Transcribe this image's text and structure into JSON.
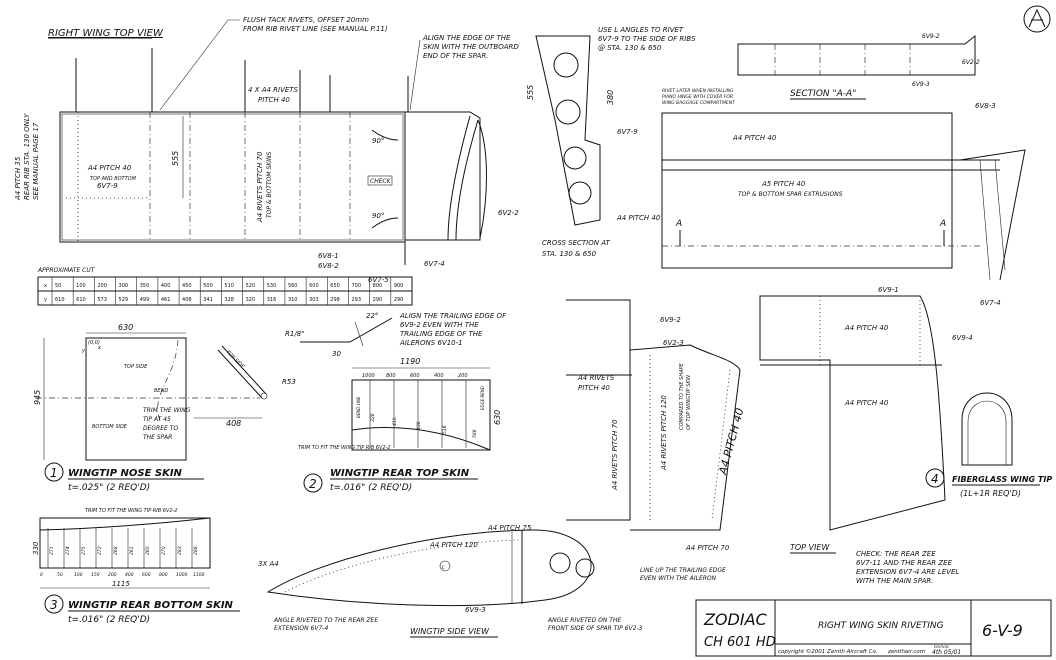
{
  "right_wing_top_view": {
    "title": "RIGHT WING TOP VIEW",
    "flush_tack_note": "FLUSH TACK RIVETS, OFFSET 20mm",
    "flush_tack_note_2": "FROM RIB RIVET LINE (SEE MANUAL P.11)",
    "rivets_4x": "4 X A4 RIVETS",
    "pitch_40": "PITCH 40",
    "dim_555": "555",
    "a4_pitch_40": "A4 PITCH 40",
    "top_bottom": "TOP AND BOTTOM",
    "part_6v7_9": "6V7-9",
    "a4_rivets_pitch_70": "A4 RIVETS PITCH 70",
    "top_bottom_skins": "TOP & BOTTOM SKINS",
    "check": "CHECK",
    "angle_90_a": "90°",
    "angle_90_b": "90°",
    "part_6v8_1": "6V8-1",
    "part_6v8_2": "6V8-2",
    "part_6v7_5": "6V7-5",
    "part_6v7_4": "6V7-4",
    "part_6v2_2": "6V2-2",
    "align_note_1": "ALIGN THE EDGE OF THE",
    "align_note_2": "SKIN WITH THE OUTBOARD",
    "align_note_3": "END OF THE SPAR.",
    "side_note_1": "A4 PITCH 35",
    "side_note_2": "REAR RIB STA. 130 ONLY",
    "side_note_3": "SEE MANUAL PAGE 17"
  },
  "cross_section": {
    "note_1": "USE L ANGLES TO RIVET",
    "note_2": "6V7-9 TO THE SIDE OF RIBS",
    "note_3": "@ STA. 130 & 650",
    "dim_555": "555",
    "dim_380": "380",
    "part_6v7_9": "6V7-9",
    "a4_pitch_40": "A4 PITCH 40",
    "title_1": "CROSS SECTION  AT",
    "title_2": "STA. 130 & 650"
  },
  "section_aa": {
    "title": "SECTION \"A-A\"",
    "part_6v9_2": "6V9-2",
    "part_6v2_2": "6V2-2",
    "part_6v9_3": "6V9-3",
    "rivet_later_1": "RIVET LATER WHEN INSTALLING",
    "rivet_later_2": "PIANO HINGE WITH COVER FOR",
    "rivet_later_3": "WING BAGGAGE COMPARTMENT",
    "part_6v8_3": "6V8-3",
    "a4_pitch_40": "A4 PITCH 40",
    "a5_pitch_40": "A5 PITCH 40",
    "spar_extrusions": "TOP & BOTTOM SPAR EXTRUSIONS",
    "label_a1": "A",
    "label_a2": "A",
    "part_6v7_4": "6V7-4"
  },
  "approx_cut": {
    "title": "APPROXIMATE CUT",
    "x_label": "x",
    "y_label": "y",
    "x": [
      "50",
      "100",
      "200",
      "300",
      "350",
      "400",
      "450",
      "500",
      "510",
      "520",
      "530",
      "560",
      "600",
      "650",
      "700",
      "800",
      "900"
    ],
    "y": [
      "610",
      "610",
      "573",
      "529",
      "499",
      "461",
      "408",
      "341",
      "328",
      "320",
      "316",
      "310",
      "303",
      "298",
      "293",
      "290",
      "290"
    ]
  },
  "wingtip_nose_skin": {
    "number": "1",
    "title": "WINGTIP NOSE SKIN",
    "thickness": "t=.025\" (2 REQ'D)",
    "dim_630": "630",
    "dim_945": "945",
    "origin": "(0,0)",
    "x_axis": "x",
    "y_axis": "y",
    "top_side": "TOP SIDE",
    "bottom_side": "BOTTOM SIDE",
    "bend": "BEND",
    "trim_1": "TRIM THE WING",
    "trim_2": "TIP AT 45",
    "trim_3": "DEGREE TO",
    "trim_4": "THE SPAR",
    "dim_408": "408",
    "r53": "R53",
    "top_side_2": "TOP SIDE"
  },
  "wingtip_rear_top_skin": {
    "number": "2",
    "title": "WINGTIP REAR TOP SKIN",
    "thickness": "t=.016\" (2 REQ'D)",
    "r18": "R1/8\"",
    "angle_22": "22°",
    "dim_30": "30",
    "align_1": "ALIGN THE TRAILING EDGE OF",
    "align_2": "6V9-2 EVEN WITH THE",
    "align_3": "TRAILING EDGE OF THE",
    "align_4": "AILERONS 6V10-1",
    "dim_1190": "1190",
    "stations": [
      "1000",
      "800",
      "600",
      "400",
      "200"
    ],
    "dim_630": "630",
    "heights": [
      "328",
      "410",
      "438",
      "516",
      "586"
    ],
    "bend_line": "BEND LINE",
    "edge_bend": "EDGE BEND",
    "trim_note": "TRIM TO FIT THE WING TIP RIB 6V2-2"
  },
  "wingtip_rear_bottom_skin": {
    "number": "3",
    "title": "WINGTIP REAR BOTTOM SKIN",
    "thickness": "t=.016\" (2 REQ'D)",
    "trim_note": "TRIM TO FIT THE WING TIP RIB 6V2-2",
    "dim_330": "330",
    "heights": [
      "271",
      "274",
      "275",
      "272",
      "268",
      "261",
      "260",
      "270",
      "283",
      "288"
    ],
    "stations": [
      "0",
      "50",
      "100",
      "150",
      "200",
      "400",
      "600",
      "800",
      "1000",
      "1100"
    ],
    "dim_1115": "1115"
  },
  "wingtip_side_view": {
    "title": "WINGTIP SIDE VIEW",
    "three_x_a4": "3X A4",
    "a4_pitch_75": "A4 PITCH 75",
    "a4_pitch_120": "A4 PITCH 120",
    "part_6v9_3": "6V9-3",
    "note_left_1": "ANGLE RIVETED TO THE REAR ZEE",
    "note_left_2": "EXTENSION 6V7-4",
    "note_right_1": "ANGLE RIVETED ON THE",
    "note_right_2": "FRONT SIDE OF SPAR TIP 6V2-3",
    "l_marker": "L"
  },
  "tip_view": {
    "part_6v9_2": "6V9-2",
    "part_6v2_3": "6V2-3",
    "a4_rivets": "A4 RIVETS",
    "pitch_40": "PITCH 40",
    "a4_rivets_pitch_70": "A4 RIVETS PITCH 70",
    "a4_rivets_pitch_120": "A4 RIVETS PITCH 120",
    "compared_1": "COMPARED TO THE SHAPE",
    "compared_2": "OF TOP WINGTIP SKIN",
    "a4_pitch_40_big": "A4 PITCH 40",
    "a4_pitch_70": "A4 PITCH 70",
    "line_up_1": "LINE UP THE TRAILING EDGE",
    "line_up_2": "EVEN WITH THE AILERON"
  },
  "top_view": {
    "title": "TOP VIEW",
    "part_6v9_1": "6V9-1",
    "part_6v9_4": "6V9-4",
    "a4_pitch_40_a": "A4 PITCH 40",
    "a4_pitch_40_b": "A4 PITCH 40"
  },
  "fiberglass_tip": {
    "number": "4",
    "title": "FIBERGLASS WING TIP",
    "qty": "(1L+1R REQ'D)"
  },
  "check_note": {
    "line_1": "CHECK: THE REAR ZEE",
    "line_2": "6V7-11 AND THE REAR ZEE",
    "line_3": "EXTENSION 6V7-4 ARE LEVEL",
    "line_4": "WITH THE MAIN SPAR."
  },
  "title_block": {
    "brand": "ZODIAC",
    "model": "CH 601 HD",
    "drawing_title": "RIGHT WING SKIN RIVETING",
    "copyright": "copyright ©2001 Zenith Aircraft Co.",
    "website": "zenithair.com",
    "edition_label": "EDITION",
    "edition": "4th 05/01",
    "sheet": "6-V-9"
  }
}
